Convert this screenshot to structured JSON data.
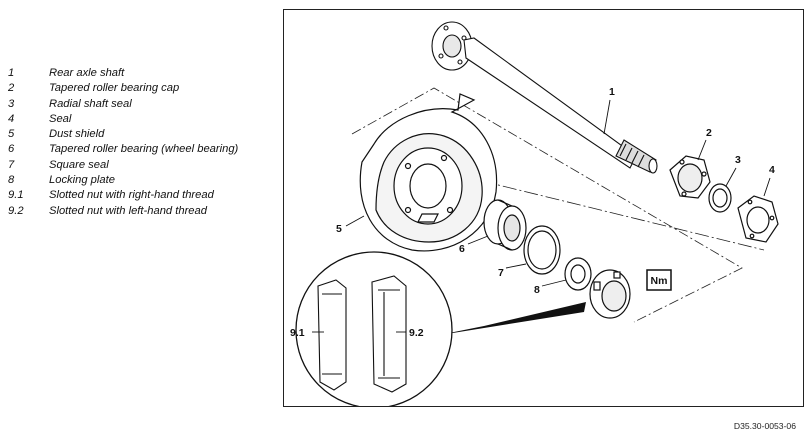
{
  "legend": [
    {
      "num": "1",
      "text": "Rear axle shaft"
    },
    {
      "num": "2",
      "text": "Tapered roller bearing cap"
    },
    {
      "num": "3",
      "text": "Radial shaft seal"
    },
    {
      "num": "4",
      "text": "Seal"
    },
    {
      "num": "5",
      "text": "Dust shield"
    },
    {
      "num": "6",
      "text": "Tapered roller bearing (wheel bearing)"
    },
    {
      "num": "7",
      "text": "Square seal"
    },
    {
      "num": "8",
      "text": "Locking plate"
    },
    {
      "num": "9.1",
      "text": "Slotted nut with right-hand thread"
    },
    {
      "num": "9.2",
      "text": "Slotted nut with left-hand thread"
    }
  ],
  "callouts": {
    "c1": "1",
    "c2": "2",
    "c3": "3",
    "c4": "4",
    "c5": "5",
    "c6": "6",
    "c7": "7",
    "c8": "8",
    "c91": "9.1",
    "c92": "9.2"
  },
  "torque_symbol": "Nm",
  "reference_code": "D35.30-0053-06"
}
